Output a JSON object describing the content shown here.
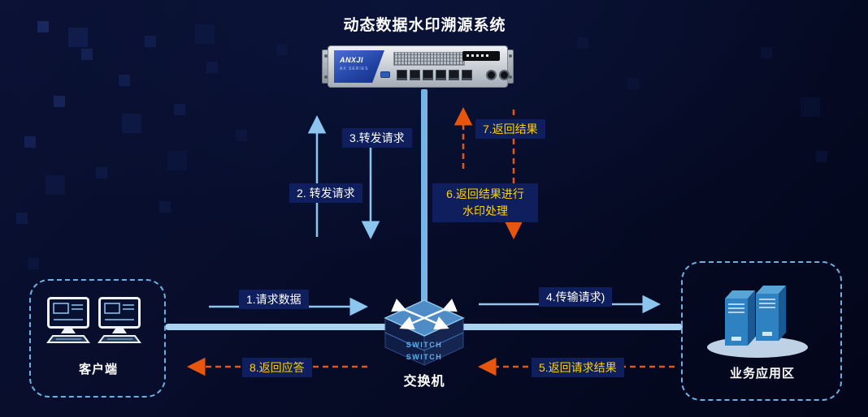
{
  "title": "动态数据水印溯源系统",
  "appliance": {
    "brand": "ANXJI",
    "series": "AX SERIES"
  },
  "nodes": {
    "client": {
      "label": "客户端"
    },
    "switch": {
      "label": "交换机",
      "device_text_line1": "SWITCH",
      "device_text_line2": "SWITCH"
    },
    "business": {
      "label": "业务应用区"
    }
  },
  "steps": {
    "s1": "1.请求数据",
    "s2": "2. 转发请求",
    "s3": "3.转发请求",
    "s4": "4.传输请求)",
    "s5": "5.返回请求结果",
    "s6_line1": "6.返回结果进行",
    "s6_line2": "水印处理",
    "s7": "7.返回结果",
    "s8": "8.返回应答"
  },
  "colors": {
    "bg-deep": "#03061a",
    "bg-mid": "#0a1338",
    "blue": "#8cc6ee",
    "thick": "#a8d4f2",
    "vline": "#74b4e6",
    "orange": "#e8560e",
    "labelbg": "#0f1e5c",
    "yellow": "#ffd200",
    "dash-border": "#6db0e2",
    "text": "#ffffff"
  }
}
